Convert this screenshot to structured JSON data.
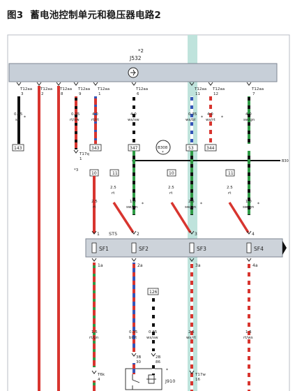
{
  "figure": {
    "number": "图3",
    "title": "蓄电池控制单元和稳压器电路2"
  },
  "module": {
    "label": "J532",
    "note": "*2"
  },
  "connectors": [
    {
      "conn": "T12aa",
      "pin": "3"
    },
    {
      "conn": "T12aa",
      "pin": "2"
    },
    {
      "conn": "T12aa",
      "pin": "8"
    },
    {
      "conn": "T12aa",
      "pin": "9"
    },
    {
      "conn": "T12aa",
      "pin": "1"
    },
    {
      "conn": "T12aa",
      "pin": "6"
    },
    {
      "conn": "T12aa",
      "pin": "11"
    },
    {
      "conn": "T12aa",
      "pin": "12"
    },
    {
      "conn": "T12aa",
      "pin": "7"
    }
  ],
  "wires_upper": [
    {
      "size": "0.35",
      "color": "sw"
    },
    {
      "size": "0.35",
      "color": "rt/sw"
    },
    {
      "size": "4.0",
      "color": "rt/rt"
    },
    {
      "size": "4.0",
      "color": "ws/sw"
    },
    {
      "size": "0.35",
      "color": "ws/bl"
    },
    {
      "size": "4.0",
      "color": "ws/rt"
    },
    {
      "size": "4.0",
      "color": "sw/gn"
    }
  ],
  "refs_top": [
    "143",
    "343",
    "347",
    "53",
    "344"
  ],
  "connector_t17q": {
    "name": "T17q",
    "pin": "1",
    "note": "*3"
  },
  "ground_point": {
    "label": "B308",
    "note": "*"
  },
  "bus_label": "B30",
  "refs_mid": [
    "10",
    "11",
    "10",
    "11"
  ],
  "feed_wires": [
    {
      "size": "2.5",
      "color": "rt"
    },
    {
      "size": "1.0",
      "color": "sw/gn"
    },
    {
      "size": "2.5",
      "color": "rt"
    },
    {
      "size": "2.5",
      "color": "sw/gn"
    },
    {
      "size": "2.5",
      "color": "rt"
    },
    {
      "size": "1.0",
      "color": "sw/gn"
    }
  ],
  "fuse_holder": "ST5",
  "fuses": [
    "SF1",
    "SF2",
    "SF3",
    "SF4"
  ],
  "fuse_pins_top": [
    "1",
    "2",
    "3",
    "4"
  ],
  "fuse_pins_bottom": [
    "1a",
    "2a",
    "3a",
    "4a"
  ],
  "lower_wires": [
    {
      "size": "1.5",
      "color": "rt/gn"
    },
    {
      "size": "0.35",
      "color": "bl/rt"
    },
    {
      "size": "0.35",
      "color": "ws/sw"
    },
    {
      "size": "2.5",
      "color": "ws/rt"
    },
    {
      "size": "1.5",
      "color": "rt/ws"
    }
  ],
  "ref_lower": "126",
  "connectors_lower": [
    {
      "name": "T6k",
      "pin": "4"
    },
    {
      "name": "3B",
      "pin": "30"
    },
    {
      "name": "2B",
      "pin": "86"
    },
    {
      "name": "T17w",
      "pin": "16"
    }
  ],
  "relay": {
    "label": "J910",
    "note": "*"
  },
  "colors": {
    "red": "#d8352f",
    "green": "#2f9a45",
    "blue": "#3555b8",
    "black": "#111111",
    "highlight": "#bfe3dc",
    "module_fill": "#c7cfd8",
    "panel_fill": "#cdd3da"
  }
}
